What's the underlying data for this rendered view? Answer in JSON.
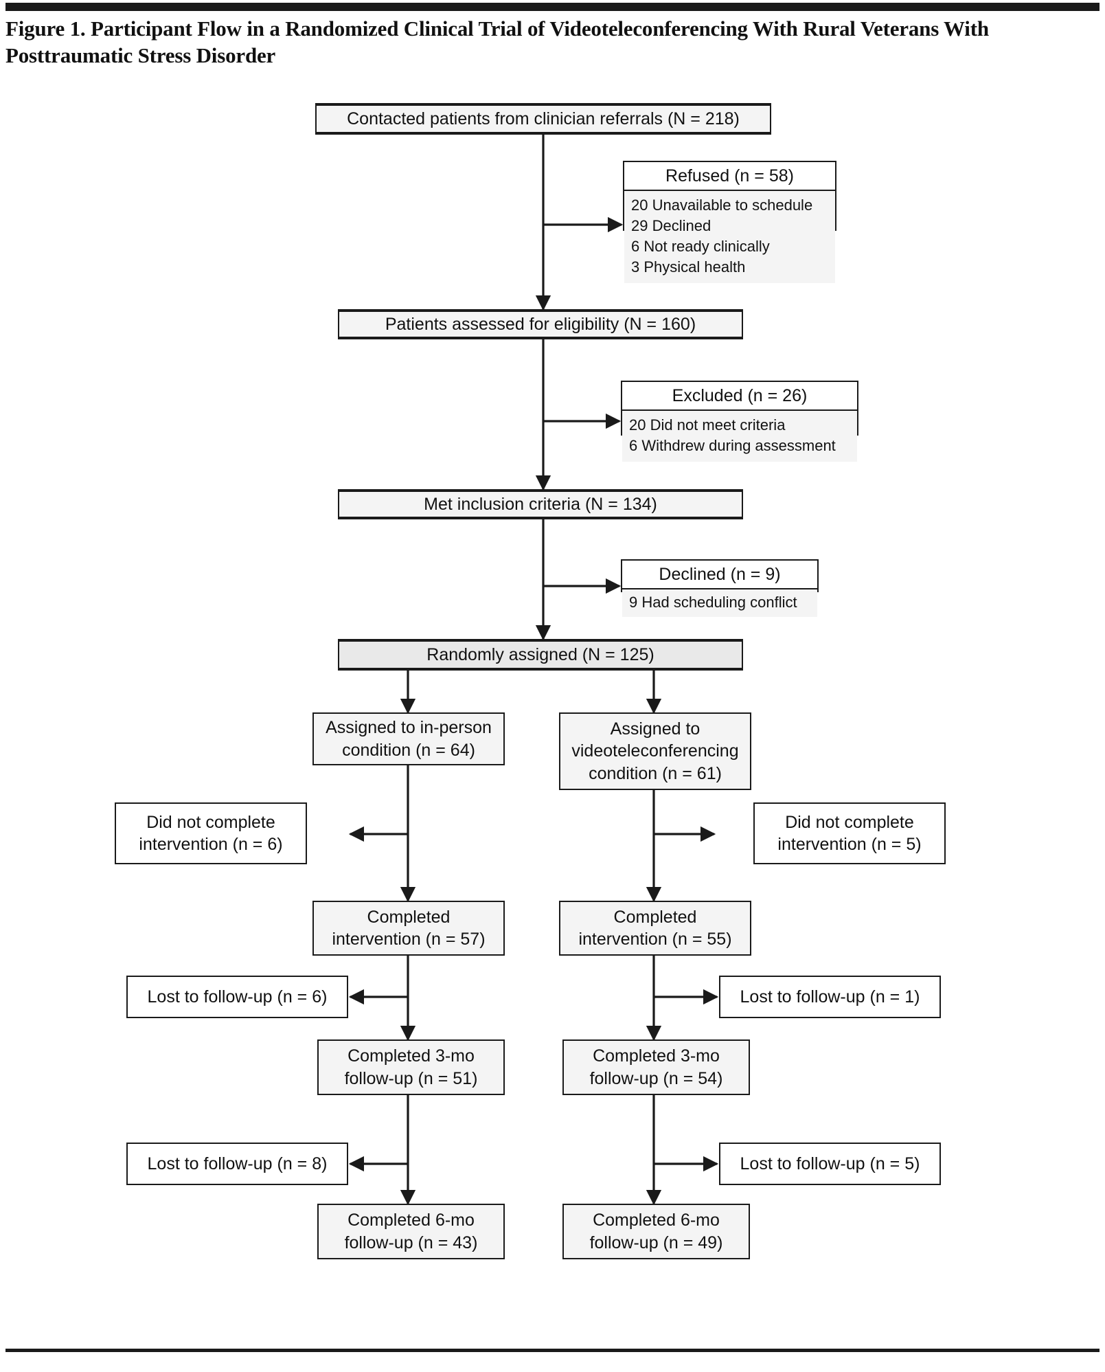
{
  "figure": {
    "title": "Figure 1. Participant Flow in a Randomized Clinical Trial of Videoteleconferencing With Rural Veterans With Posttraumatic Stress Disorder"
  },
  "chart_data": {
    "type": "diagram",
    "diagram_kind": "consort-participant-flow",
    "title": "Figure 1. Participant Flow in a Randomized Clinical Trial of Videoteleconferencing With Rural Veterans With Posttraumatic Stress Disorder",
    "colors": {
      "box_fill": "#f4f4f4",
      "box_fill_white": "#ffffff",
      "box_fill_shade": "#e9e9e9",
      "border": "#1a1a1a",
      "text": "#111111",
      "rule": "#1a1a1a"
    },
    "nodes": [
      {
        "id": "contacted",
        "label": "Contacted patients from clinician referrals (N = 218)",
        "count": 218,
        "count_label": "N"
      },
      {
        "id": "refused",
        "label": "Refused (n = 58)",
        "count": 58,
        "count_label": "n",
        "reasons": [
          "20 Unavailable to schedule",
          "29 Declined",
          "6 Not ready clinically",
          "3 Physical health"
        ]
      },
      {
        "id": "assessed",
        "label": "Patients assessed for eligibility (N = 160)",
        "count": 160,
        "count_label": "N"
      },
      {
        "id": "excluded",
        "label": "Excluded (n = 26)",
        "count": 26,
        "count_label": "n",
        "reasons": [
          "20 Did not meet criteria",
          "6 Withdrew during assessment"
        ]
      },
      {
        "id": "met",
        "label": "Met inclusion criteria (N = 134)",
        "count": 134,
        "count_label": "N"
      },
      {
        "id": "declined",
        "label": "Declined (n = 9)",
        "count": 9,
        "count_label": "n",
        "reasons": [
          "9 Had scheduling conflict"
        ]
      },
      {
        "id": "randomized",
        "label": "Randomly assigned (N = 125)",
        "count": 125,
        "count_label": "N"
      },
      {
        "id": "arm_inperson",
        "label": "Assigned to in-person condition (n = 64)",
        "count": 64,
        "count_label": "n"
      },
      {
        "id": "arm_vtc",
        "label": "Assigned to videoteleconferencing condition (n = 61)",
        "count": 61,
        "count_label": "n"
      },
      {
        "id": "dnc_left",
        "label": "Did not complete intervention (n = 6)",
        "count": 6,
        "count_label": "n"
      },
      {
        "id": "dnc_right",
        "label": "Did not complete intervention (n = 5)",
        "count": 5,
        "count_label": "n"
      },
      {
        "id": "comp_left",
        "label": "Completed intervention (n = 57)",
        "count": 57,
        "count_label": "n"
      },
      {
        "id": "comp_right",
        "label": "Completed intervention (n = 55)",
        "count": 55,
        "count_label": "n"
      },
      {
        "id": "ltf3_left",
        "label": "Lost to follow-up (n = 6)",
        "count": 6,
        "count_label": "n"
      },
      {
        "id": "ltf3_right",
        "label": "Lost to follow-up (n = 1)",
        "count": 1,
        "count_label": "n"
      },
      {
        "id": "mo3_left",
        "label": "Completed 3-mo follow-up (n = 51)",
        "count": 51,
        "count_label": "n"
      },
      {
        "id": "mo3_right",
        "label": "Completed 3-mo follow-up (n = 54)",
        "count": 54,
        "count_label": "n"
      },
      {
        "id": "ltf6_left",
        "label": "Lost to follow-up (n = 8)",
        "count": 8,
        "count_label": "n"
      },
      {
        "id": "ltf6_right",
        "label": "Lost to follow-up (n = 5)",
        "count": 5,
        "count_label": "n"
      },
      {
        "id": "mo6_left",
        "label": "Completed 6-mo follow-up (n = 43)",
        "count": 43,
        "count_label": "n"
      },
      {
        "id": "mo6_right",
        "label": "Completed 6-mo follow-up (n = 49)",
        "count": 49,
        "count_label": "n"
      }
    ],
    "edges": [
      {
        "from": "contacted",
        "to": "refused",
        "direction": "right"
      },
      {
        "from": "contacted",
        "to": "assessed",
        "direction": "down"
      },
      {
        "from": "assessed",
        "to": "excluded",
        "direction": "right"
      },
      {
        "from": "assessed",
        "to": "met",
        "direction": "down"
      },
      {
        "from": "met",
        "to": "declined",
        "direction": "right"
      },
      {
        "from": "met",
        "to": "randomized",
        "direction": "down"
      },
      {
        "from": "randomized",
        "to": "arm_inperson",
        "direction": "down-left"
      },
      {
        "from": "randomized",
        "to": "arm_vtc",
        "direction": "down-right"
      },
      {
        "from": "arm_inperson",
        "to": "dnc_left",
        "direction": "left"
      },
      {
        "from": "arm_inperson",
        "to": "comp_left",
        "direction": "down"
      },
      {
        "from": "arm_vtc",
        "to": "dnc_right",
        "direction": "right"
      },
      {
        "from": "arm_vtc",
        "to": "comp_right",
        "direction": "down"
      },
      {
        "from": "comp_left",
        "to": "ltf3_left",
        "direction": "left"
      },
      {
        "from": "comp_left",
        "to": "mo3_left",
        "direction": "down"
      },
      {
        "from": "comp_right",
        "to": "ltf3_right",
        "direction": "right"
      },
      {
        "from": "comp_right",
        "to": "mo3_right",
        "direction": "down"
      },
      {
        "from": "mo3_left",
        "to": "ltf6_left",
        "direction": "left"
      },
      {
        "from": "mo3_left",
        "to": "mo6_left",
        "direction": "down"
      },
      {
        "from": "mo3_right",
        "to": "ltf6_right",
        "direction": "right"
      },
      {
        "from": "mo3_right",
        "to": "mo6_right",
        "direction": "down"
      }
    ]
  },
  "nodes": {
    "contacted": {
      "line1": "Contacted patients from clinician referrals (N = 218)"
    },
    "refused": {
      "header": "Refused (n = 58)",
      "reason1": "20 Unavailable to schedule",
      "reason2": "29 Declined",
      "reason3": "6 Not ready clinically",
      "reason4": "3 Physical health"
    },
    "assessed": {
      "line1": "Patients assessed for eligibility (N = 160)"
    },
    "excluded": {
      "header": "Excluded (n = 26)",
      "reason1": "20 Did not meet criteria",
      "reason2": "6 Withdrew during assessment"
    },
    "met": {
      "line1": "Met inclusion criteria (N = 134)"
    },
    "declined": {
      "header": "Declined (n = 9)",
      "reason1": "9 Had scheduling conflict"
    },
    "randomized": {
      "line1": "Randomly assigned (N = 125)"
    },
    "arm_inperson": {
      "line1": "Assigned to in-person",
      "line2": "condition (n = 64)"
    },
    "arm_vtc": {
      "line1": "Assigned to",
      "line2": "videoteleconferencing",
      "line3": "condition (n = 61)"
    },
    "dnc_left": {
      "line1": "Did not complete",
      "line2": "intervention (n = 6)"
    },
    "dnc_right": {
      "line1": "Did not complete",
      "line2": "intervention (n = 5)"
    },
    "comp_left": {
      "line1": "Completed",
      "line2": "intervention (n = 57)"
    },
    "comp_right": {
      "line1": "Completed",
      "line2": "intervention (n = 55)"
    },
    "ltf3_left": {
      "line1": "Lost to follow-up (n = 6)"
    },
    "ltf3_right": {
      "line1": "Lost to follow-up (n = 1)"
    },
    "mo3_left": {
      "line1": "Completed 3-mo",
      "line2": "follow-up (n = 51)"
    },
    "mo3_right": {
      "line1": "Completed 3-mo",
      "line2": "follow-up (n = 54)"
    },
    "ltf6_left": {
      "line1": "Lost to follow-up (n = 8)"
    },
    "ltf6_right": {
      "line1": "Lost to follow-up (n = 5)"
    },
    "mo6_left": {
      "line1": "Completed 6-mo",
      "line2": "follow-up (n = 43)"
    },
    "mo6_right": {
      "line1": "Completed 6-mo",
      "line2": "follow-up (n = 49)"
    }
  }
}
